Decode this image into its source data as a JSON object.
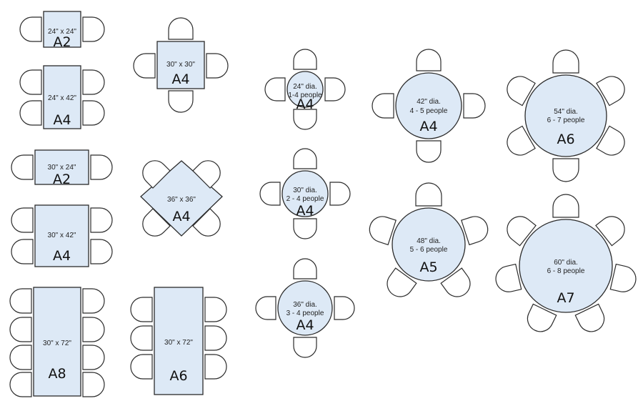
{
  "colors": {
    "table_fill": "#dde9f6",
    "outline": "#2b2b2b",
    "chair_fill": "#ffffff",
    "background": "#ffffff"
  },
  "tables": [
    {
      "id": "t-24x24",
      "shape": "rect",
      "size": "24\" x 24\"",
      "code": "A2"
    },
    {
      "id": "t-24x42",
      "shape": "rect",
      "size": "24\" x 42\"",
      "code": "A4"
    },
    {
      "id": "t-30x24",
      "shape": "rect",
      "size": "30\" x 24\"",
      "code": "A2"
    },
    {
      "id": "t-30x42",
      "shape": "rect",
      "size": "30\" x 42\"",
      "code": "A4"
    },
    {
      "id": "t-30x72-a8",
      "shape": "rect",
      "size": "30\" x 72\"",
      "code": "A8"
    },
    {
      "id": "t-30x30",
      "shape": "rect",
      "size": "30\" x 30\"",
      "code": "A4"
    },
    {
      "id": "t-36x36",
      "shape": "diamond",
      "size": "36\" x 36\"",
      "code": "A4"
    },
    {
      "id": "t-30x72-a6",
      "shape": "rect",
      "size": "30\" x 72\"",
      "code": "A6"
    },
    {
      "id": "t-24dia",
      "shape": "round",
      "size": "24\" dia.",
      "capacity": "1-4 people",
      "code": "A4"
    },
    {
      "id": "t-30dia",
      "shape": "round",
      "size": "30\" dia.",
      "capacity": "2 - 4 people",
      "code": "A4"
    },
    {
      "id": "t-36dia",
      "shape": "round",
      "size": "36\" dia.",
      "capacity": "3 - 4 people",
      "code": "A4"
    },
    {
      "id": "t-42dia",
      "shape": "round",
      "size": "42\" dia.",
      "capacity": "4 - 5 people",
      "code": "A4"
    },
    {
      "id": "t-48dia",
      "shape": "round",
      "size": "48\" dia.",
      "capacity": "5 - 6 people",
      "code": "A5"
    },
    {
      "id": "t-54dia",
      "shape": "round",
      "size": "54\" dia.",
      "capacity": "6 - 7 people",
      "code": "A6"
    },
    {
      "id": "t-60dia",
      "shape": "round",
      "size": "60\" dia.",
      "capacity": "6 - 8 people",
      "code": "A7"
    }
  ]
}
